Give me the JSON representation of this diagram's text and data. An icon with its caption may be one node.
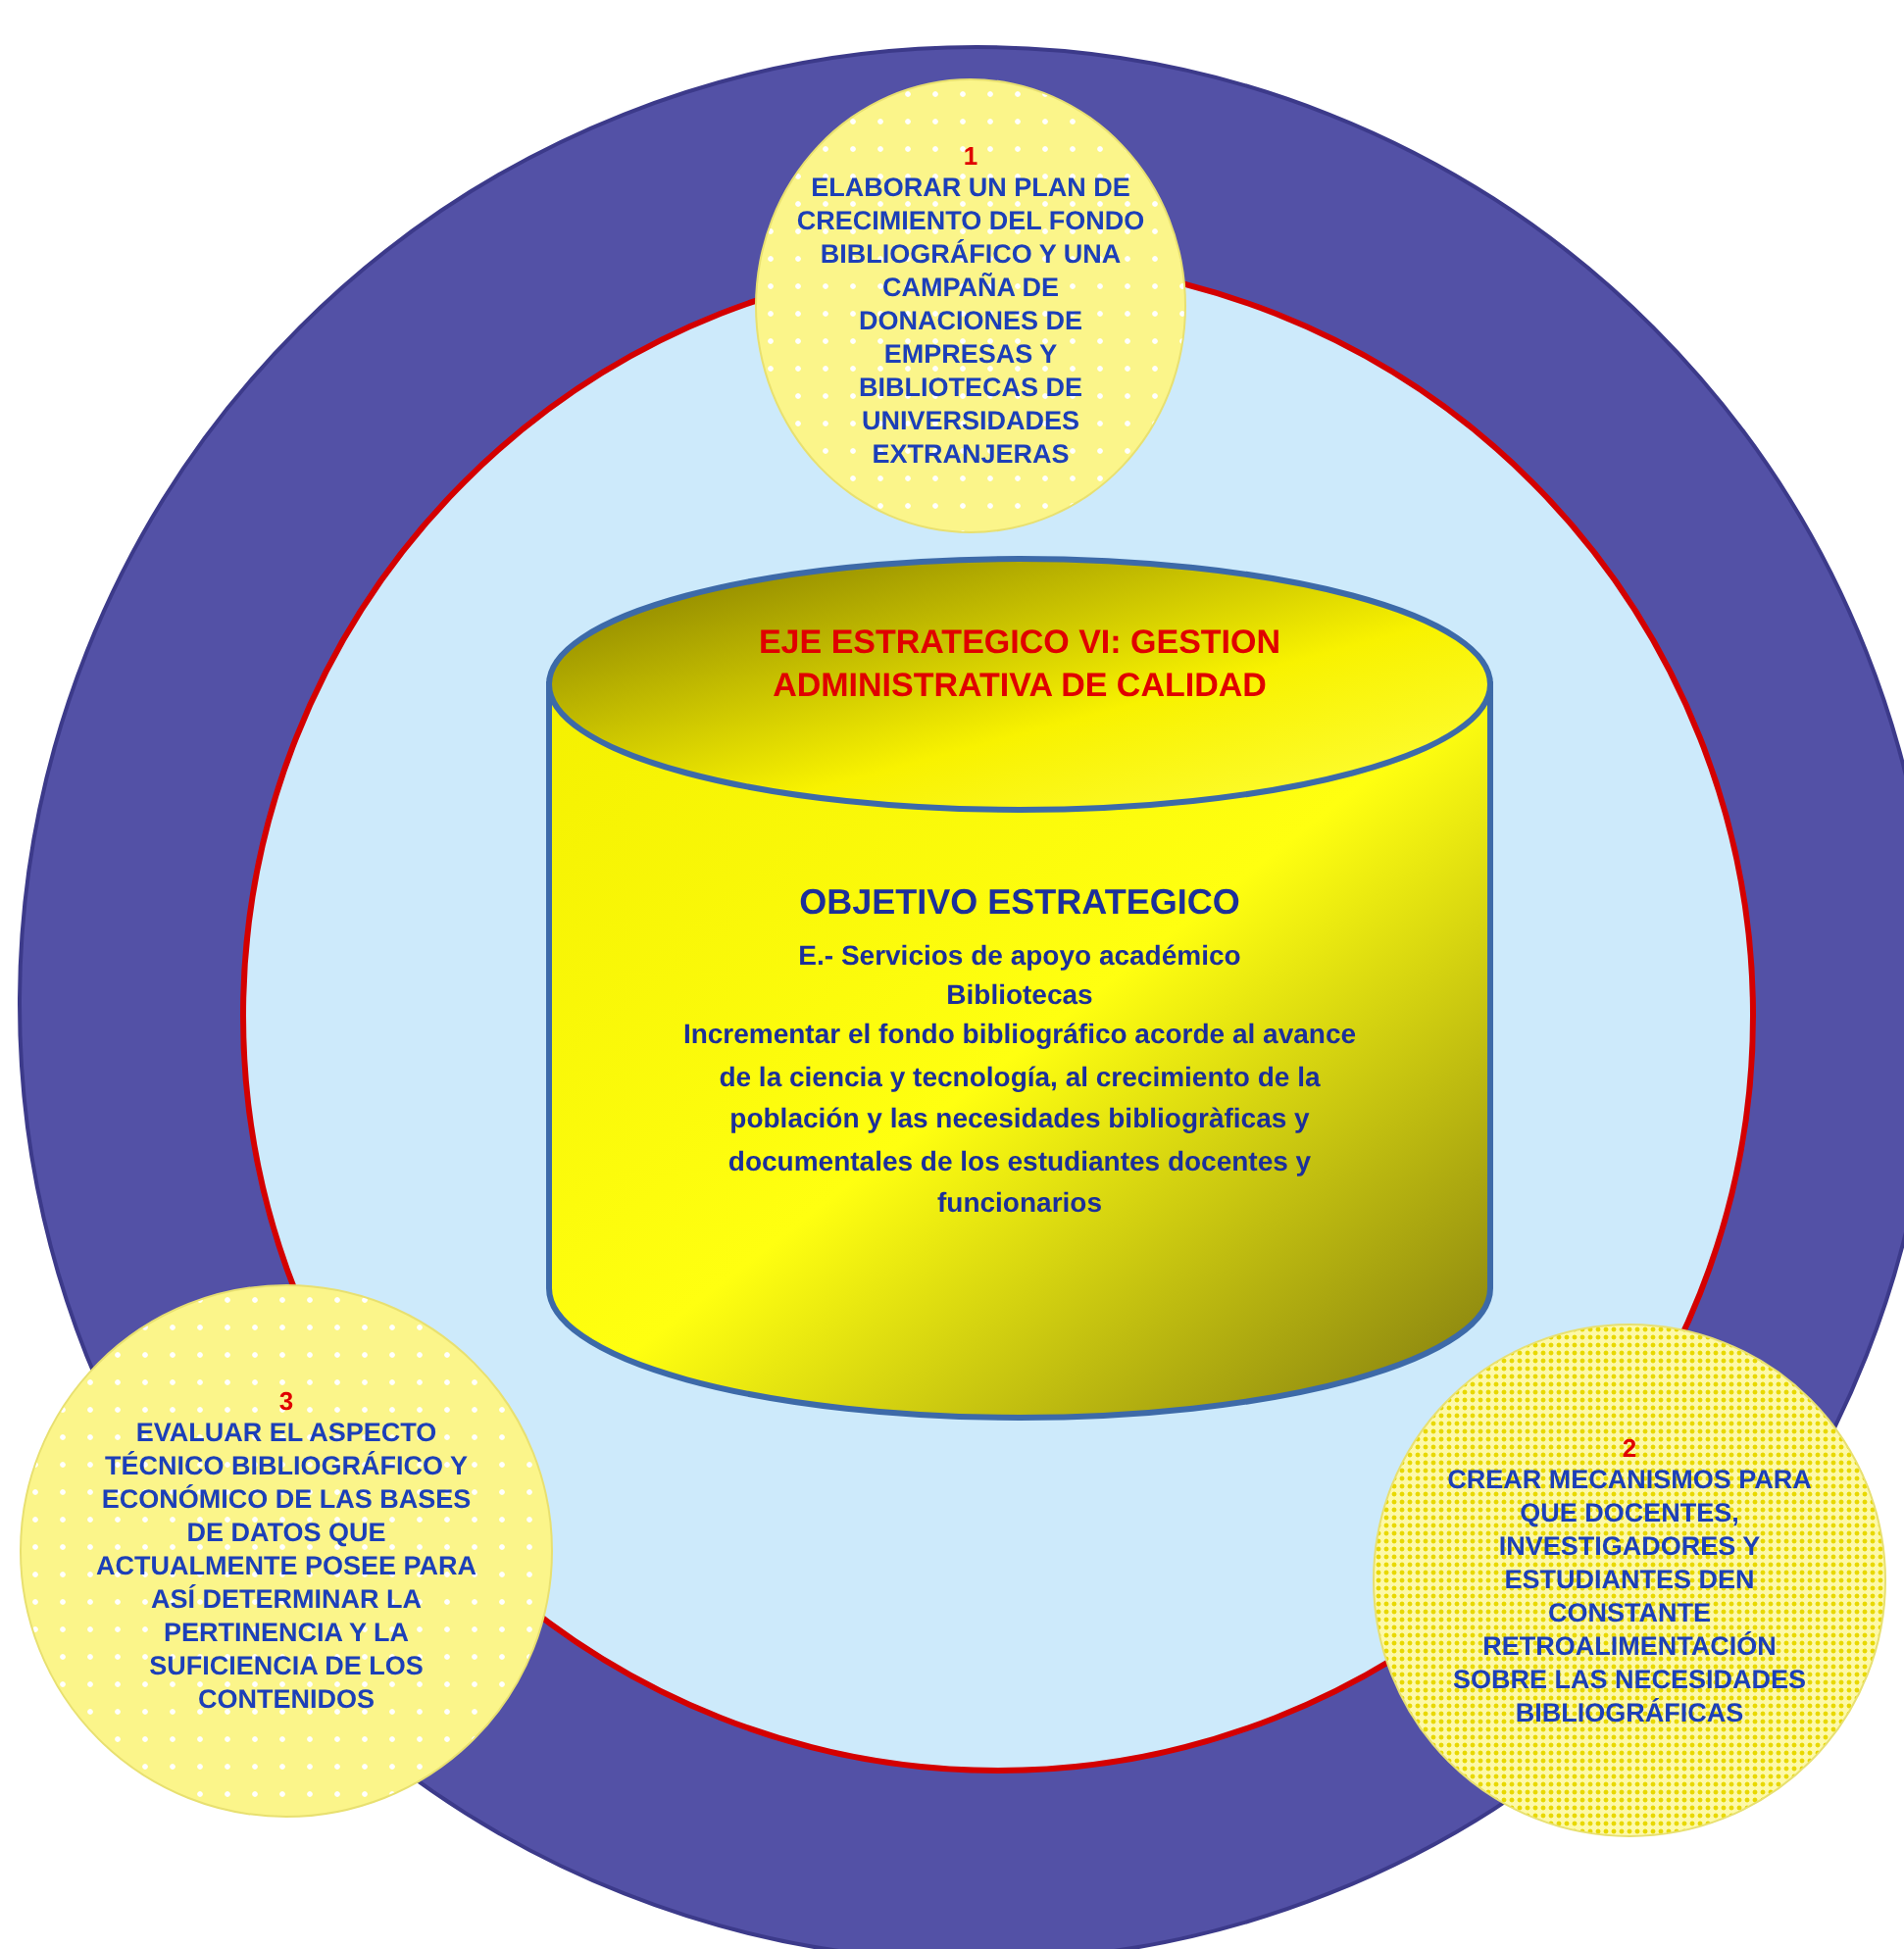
{
  "diagram": {
    "nodes": [
      {
        "text": [
          "1",
          "ELABORAR UN PLAN DE CRECIMIENTO DEL FONDO BIBLIOGRÁFICO Y UNA CAMPAÑA DE DONACIONES DE EMPRESAS Y BIBLIOTECAS DE UNIVERSIDADES EXTRANJERAS"
        ]
      },
      {
        "text": [
          "EJE ESTRATEGICO VI: GESTION ADMINISTRATIVA DE CALIDAD",
          "OBJETIVO ESTRATEGICO",
          "E.- Servicios de apoyo académico",
          "Bibliotecas",
          "Incrementar el fondo bibliográfico acorde al avance de la ciencia y tecnología, al crecimiento de la población y las necesidades bibliogràficas y documentales de los estudiantes docentes y funcionarios"
        ]
      },
      {
        "text": [
          "3",
          "EVALUAR EL ASPECTO TÉCNICO BIBLIOGRÁFICO Y ECONÓMICO DE LAS BASES DE DATOS QUE ACTUALMENTE POSEE PARA ASÍ DETERMINAR LA PERTINENCIA Y LA SUFICIENCIA DE LOS CONTENIDOS"
        ]
      },
      {
        "text": [
          "2",
          "CREAR MECANISMOS PARA QUE DOCENTES, INVESTIGADORES Y ESTUDIANTES DEN CONSTANTE RETROALIMENTACIÓN SOBRE LAS NECESIDADES BIBLIOGRÁFICAS"
        ]
      }
    ],
    "edges": []
  }
}
